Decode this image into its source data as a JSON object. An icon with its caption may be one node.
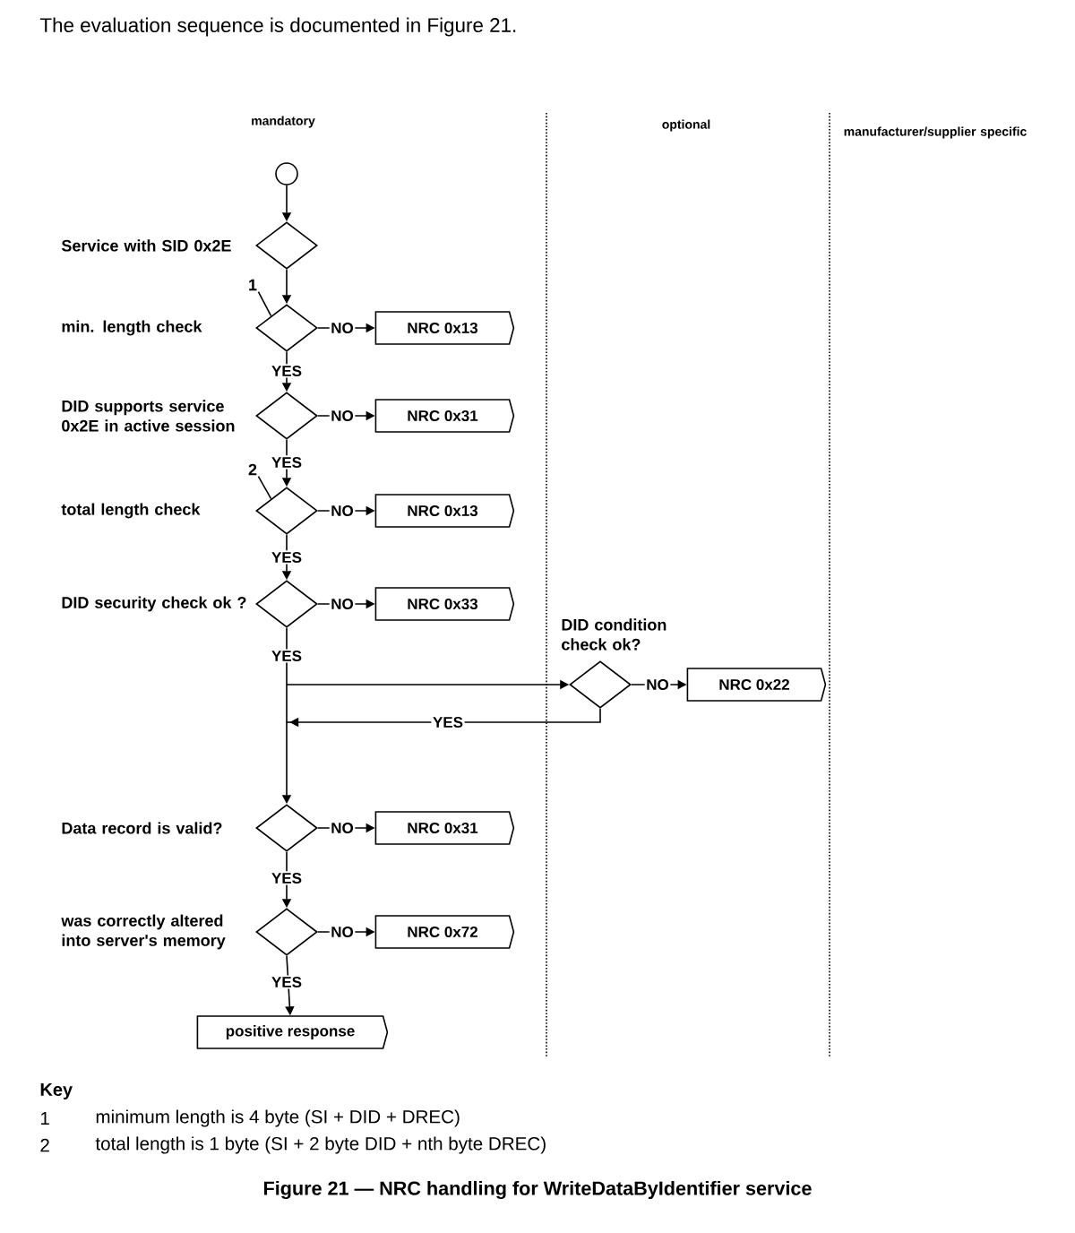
{
  "diagram": {
    "caption": "Figure 21 — NRC handling for WriteDataByIdentifier service",
    "nodes": [
      {
        "text": [],
        "shape": "circle"
      },
      {
        "text": [
          "Service with SID 0x2E"
        ]
      },
      {
        "text": [
          "min. length check"
        ]
      },
      {
        "text": [
          "NRC 0x13"
        ]
      },
      {
        "text": [
          "DID supports service 0x2E in active session"
        ]
      },
      {
        "text": [
          "NRC 0x31"
        ]
      },
      {
        "text": [
          "total length check"
        ]
      },
      {
        "text": [
          "NRC 0x13"
        ]
      },
      {
        "text": [
          "DID security check ok ?"
        ]
      },
      {
        "text": [
          "NRC 0x33"
        ]
      },
      {
        "text": [
          "DID condition check ok?"
        ]
      },
      {
        "text": [
          "NRC 0x22"
        ]
      },
      {
        "text": [
          "Data record is valid?"
        ]
      },
      {
        "text": [
          "NRC 0x31"
        ]
      },
      {
        "text": [
          "was correctly altered into server's memory"
        ]
      },
      {
        "text": [
          "NRC 0x72"
        ]
      },
      {
        "text": [
          "positive response"
        ]
      },
      {
        "text": [
          "1"
        ]
      },
      {
        "text": [
          "2"
        ]
      }
    ],
    "edges": [
      {
        "from": 0,
        "to": 1,
        "arrow": "to"
      },
      {
        "from": 1,
        "to": 2,
        "arrow": "to"
      },
      {
        "from": 2,
        "to": 3,
        "arrow": "to",
        "label": "NO"
      },
      {
        "from": 2,
        "to": 4,
        "arrow": "to",
        "label": "YES"
      },
      {
        "from": 4,
        "to": 5,
        "arrow": "to",
        "label": "NO"
      },
      {
        "from": 4,
        "to": 6,
        "arrow": "to",
        "label": "YES"
      },
      {
        "from": 6,
        "to": 7,
        "arrow": "to",
        "label": "NO"
      },
      {
        "from": 6,
        "to": 8,
        "arrow": "to",
        "label": "YES"
      },
      {
        "from": 8,
        "to": 9,
        "arrow": "to",
        "label": "NO"
      },
      {
        "from": 8,
        "to": 10,
        "arrow": "to",
        "label": "YES"
      },
      {
        "from": 10,
        "to": 11,
        "arrow": "to",
        "label": "NO"
      },
      {
        "from": 10,
        "to": 12,
        "arrow": "to",
        "label": "YES"
      },
      {
        "from": 12,
        "to": 13,
        "arrow": "to",
        "label": "NO"
      },
      {
        "from": 12,
        "to": 14,
        "arrow": "to",
        "label": "YES"
      },
      {
        "from": 14,
        "to": 15,
        "arrow": "to",
        "label": "NO"
      },
      {
        "from": 14,
        "to": 16,
        "arrow": "to",
        "label": "YES"
      },
      {
        "from": 17,
        "to": 2,
        "arrow": "none"
      },
      {
        "from": 18,
        "to": 6,
        "arrow": "none"
      }
    ],
    "labels": [
      "The evaluation sequence is documented in Figure 21.",
      "mandatory",
      "optional",
      "manufacturer/supplier specific",
      "Key",
      "1",
      "minimum length is 4 byte (SI + DID + DREC)",
      "2",
      "total length is 1 byte (SI + 2 byte DID + nth byte DREC)"
    ]
  }
}
